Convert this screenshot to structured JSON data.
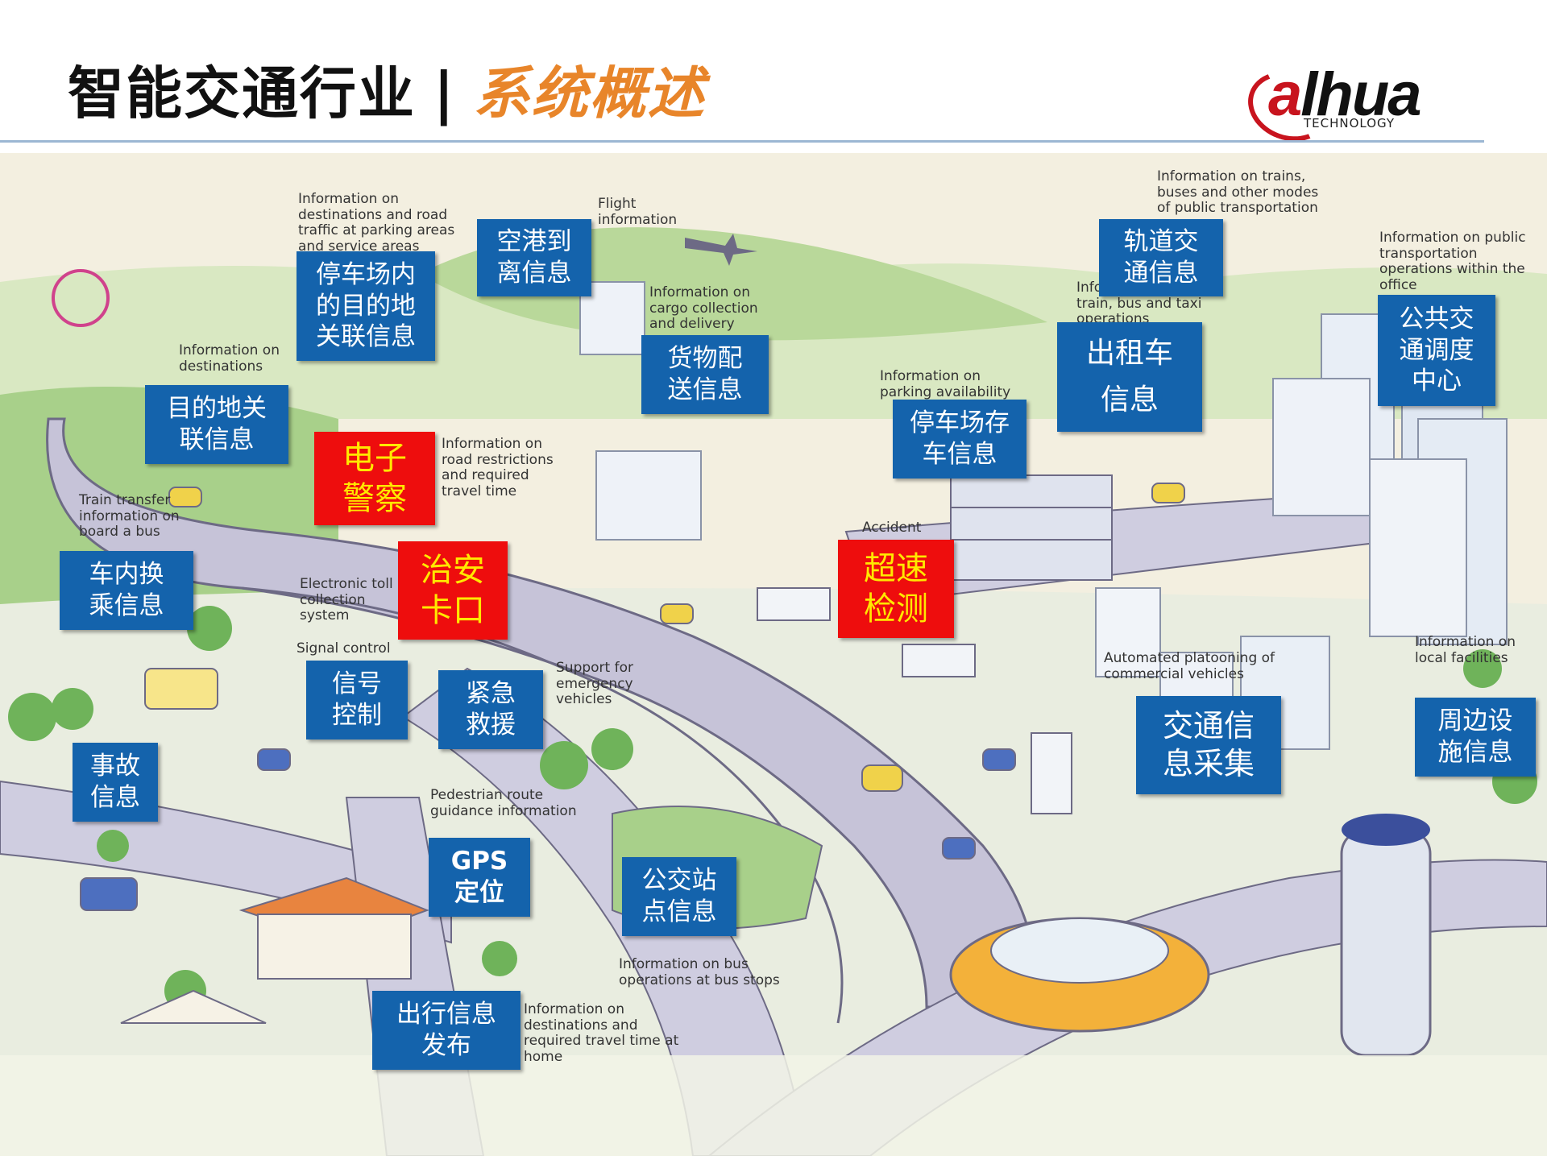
{
  "header": {
    "title_main": "智能交通行业",
    "title_separator": "|",
    "title_sub": "系统概述",
    "logo_text_a": "a",
    "logo_text_rest": "lhua",
    "logo_sub": "TECHNOLOGY"
  },
  "colors": {
    "label_blue": "#1463ac",
    "label_red": "#ee0d0d",
    "red_text": "#ffe800",
    "title_accent": "#e8852a",
    "logo_red": "#c8141e"
  },
  "labels": {
    "parking_destination": "停车场内\n的目的地\n关联信息",
    "airport": "空港到\n离信息",
    "rail": "轨道交\n通信息",
    "public_dispatch": "公共交\n通调度\n中心",
    "taxi": "出租车\n信息",
    "cargo": "货物配\n送信息",
    "parking_stock": "停车场存\n车信息",
    "destination_assoc": "目的地关\n联信息",
    "e_police": "电子\n警察",
    "checkpoint": "治安\n卡口",
    "speed": "超速\n检测",
    "transfer": "车内换\n乘信息",
    "signal": "信号\n控制",
    "emergency": "紧急\n救援",
    "accident": "事故\n信息",
    "gps": "GPS\n定位",
    "bus_stop": "公交站\n点信息",
    "traffic_collect": "交通信\n息采集",
    "facilities": "周边设\n施信息",
    "travel_release": "出行信息\n发布"
  },
  "english_notes": {
    "n1": "Information on\ndestinations and road\ntraffic at parking areas\nand service areas",
    "n2": "Flight\ninformation",
    "n3": "Information on trains,\nbuses and other modes\nof public transportation",
    "n4": "Information on public\ntransportation\noperations within the\noffice",
    "n5": "Information on\ncargo collection\nand delivery",
    "n6": "Information on\ndestinations",
    "n7": "Information on\nroad restrictions\nand required\ntravel time",
    "n8": "Information on\nparking availability",
    "n9": "Information on\ntrain, bus and taxi\noperations",
    "n10": "Train transfer\ninformation on\nboard a bus",
    "n11": "Electronic toll\ncollection\nsystem",
    "n12": "Signal control",
    "n13": "Support for\nemergency\nvehicles",
    "n14": "Automated platooning of\ncommercial vehicles",
    "n15": "Information on\nlocal facilities",
    "n16": "Pedestrian route\nguidance information",
    "n17": "Information on bus\noperations at bus stops",
    "n18": "Information on\ndestinations and\nrequired travel time at\nhome",
    "n19": "Accident"
  }
}
